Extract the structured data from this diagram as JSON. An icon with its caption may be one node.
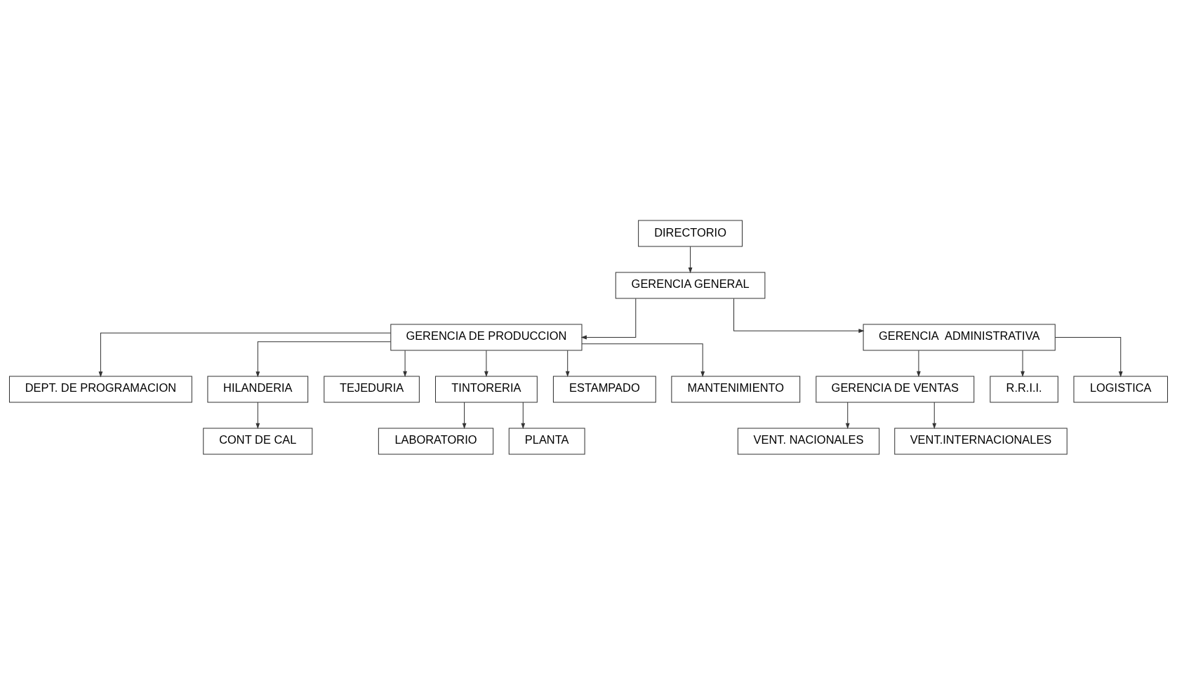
{
  "diagram": {
    "nodes": [
      {
        "text": [
          "DIRECTORIO"
        ]
      },
      {
        "text": [
          "GERENCIA GENERAL"
        ]
      },
      {
        "text": [
          "GERENCIA DE PRODUCCION"
        ]
      },
      {
        "text": [
          "GERENCIA  ADMINISTRATIVA"
        ]
      },
      {
        "text": [
          "DEPT. DE PROGRAMACION"
        ]
      },
      {
        "text": [
          "HILANDERIA"
        ]
      },
      {
        "text": [
          "TEJEDURIA"
        ]
      },
      {
        "text": [
          "TINTORERIA"
        ]
      },
      {
        "text": [
          "ESTAMPADO"
        ]
      },
      {
        "text": [
          "MANTENIMIENTO"
        ]
      },
      {
        "text": [
          "CONT DE CAL"
        ]
      },
      {
        "text": [
          "LABORATORIO"
        ]
      },
      {
        "text": [
          "PLANTA"
        ]
      },
      {
        "text": [
          "GERENCIA DE VENTAS"
        ]
      },
      {
        "text": [
          "R.R.I.I."
        ]
      },
      {
        "text": [
          "LOGISTICA"
        ]
      },
      {
        "text": [
          "VENT. NACIONALES"
        ]
      },
      {
        "text": [
          "VENT.INTERNACIONALES"
        ]
      }
    ],
    "edges": [
      {
        "from": 0,
        "to": 1,
        "arrow": "to"
      },
      {
        "from": 1,
        "to": 2,
        "arrow": "to"
      },
      {
        "from": 1,
        "to": 3,
        "arrow": "to"
      },
      {
        "from": 2,
        "to": 4,
        "arrow": "to"
      },
      {
        "from": 2,
        "to": 5,
        "arrow": "to"
      },
      {
        "from": 2,
        "to": 6,
        "arrow": "to"
      },
      {
        "from": 2,
        "to": 7,
        "arrow": "to"
      },
      {
        "from": 2,
        "to": 8,
        "arrow": "to"
      },
      {
        "from": 2,
        "to": 9,
        "arrow": "to"
      },
      {
        "from": 5,
        "to": 10,
        "arrow": "to"
      },
      {
        "from": 7,
        "to": 11,
        "arrow": "to"
      },
      {
        "from": 7,
        "to": 12,
        "arrow": "to"
      },
      {
        "from": 3,
        "to": 13,
        "arrow": "to"
      },
      {
        "from": 3,
        "to": 14,
        "arrow": "to"
      },
      {
        "from": 3,
        "to": 15,
        "arrow": "to"
      },
      {
        "from": 13,
        "to": 16,
        "arrow": "to"
      },
      {
        "from": 13,
        "to": 17,
        "arrow": "to"
      }
    ]
  }
}
